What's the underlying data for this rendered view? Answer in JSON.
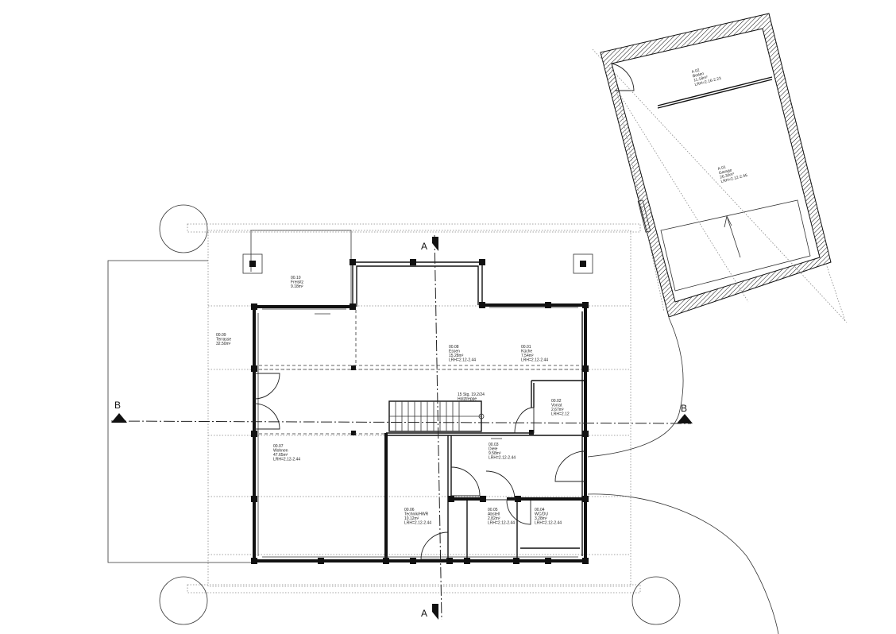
{
  "plan": {
    "sections": {
      "a_top": "A",
      "a_bottom": "A",
      "b_left": "B",
      "b_right": "B"
    },
    "stairs": {
      "line1": "15 Stg. 19.2/24",
      "line2": "Holztreppe"
    },
    "rooms": [
      {
        "id": "freisitz",
        "lines": [
          "00.10",
          "Freisitz",
          "9.18m²"
        ]
      },
      {
        "id": "terrasse",
        "lines": [
          "00.09",
          "Terrasse",
          "32.50m²"
        ]
      },
      {
        "id": "essen",
        "lines": [
          "00.08",
          "Essen",
          "15.28m²",
          "LRH=2.12-2.44"
        ]
      },
      {
        "id": "kueche",
        "lines": [
          "00.01",
          "Küche",
          "7.54m²",
          "LRH=2.12-2.44"
        ]
      },
      {
        "id": "vorrat",
        "lines": [
          "00.02",
          "Vorrat",
          "2.67m²",
          "LRH=2.12"
        ]
      },
      {
        "id": "wohnen",
        "lines": [
          "00.07",
          "Wohnen",
          "47.65m²",
          "LRH=2.12-2.44"
        ]
      },
      {
        "id": "diele",
        "lines": [
          "00.03",
          "Diele",
          "9.58m²",
          "LRH=2.12-2.44"
        ]
      },
      {
        "id": "technik",
        "lines": [
          "00.06",
          "Technik/HWR",
          "10.12m²",
          "LRH=2.12-2.44"
        ]
      },
      {
        "id": "abstell",
        "lines": [
          "00.05",
          "Abstell",
          "2.82m²",
          "LRH=2.12-2.44"
        ]
      },
      {
        "id": "wcdu",
        "lines": [
          "00.04",
          "WC/DU",
          "3.28m²",
          "LRH=2.12-2.44"
        ]
      },
      {
        "id": "garage",
        "lines": [
          "A.01",
          "Garage",
          "26.30m²",
          "LRH=2.12-2.45"
        ]
      },
      {
        "id": "boden",
        "lines": [
          "A.02",
          "Boden",
          "11.18m²",
          "LRH=2.16-2.23"
        ]
      }
    ]
  }
}
